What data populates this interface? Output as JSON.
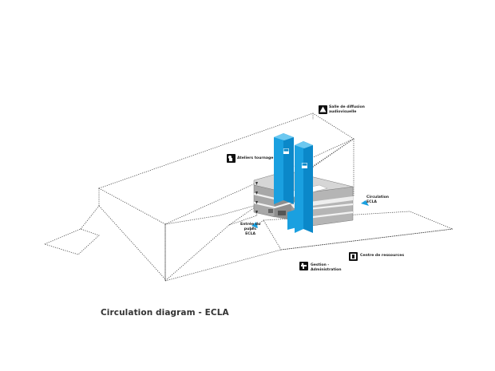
{
  "caption": {
    "main": "Circulation diagram",
    "separator": " - ",
    "project": "ECLA"
  },
  "labels": {
    "salle": {
      "line1": "Salle de diffusion",
      "line2": "audiovisuelle",
      "icon": "theater-icon"
    },
    "ateliers": {
      "line1": "Ateliers tournage",
      "icon": "camera-icon"
    },
    "circulation": {
      "line1": "Circulation",
      "line2": "ECLA"
    },
    "entree": {
      "line1": "Entrée du",
      "line2": "public",
      "line3": "ECLA"
    },
    "centre": {
      "line1": "Centre de ressources",
      "icon": "book-icon"
    },
    "gestion": {
      "line1": "Gestion -",
      "line2": "Administration",
      "icon": "desk-icon"
    }
  },
  "colors": {
    "blue": "#1aa0e0",
    "blue_dark": "#0b7fbf",
    "grey_top": "#d9d9d9",
    "grey_side": "#a9a9a9",
    "grey_dark": "#8d8d8d",
    "outline": "#444444"
  }
}
